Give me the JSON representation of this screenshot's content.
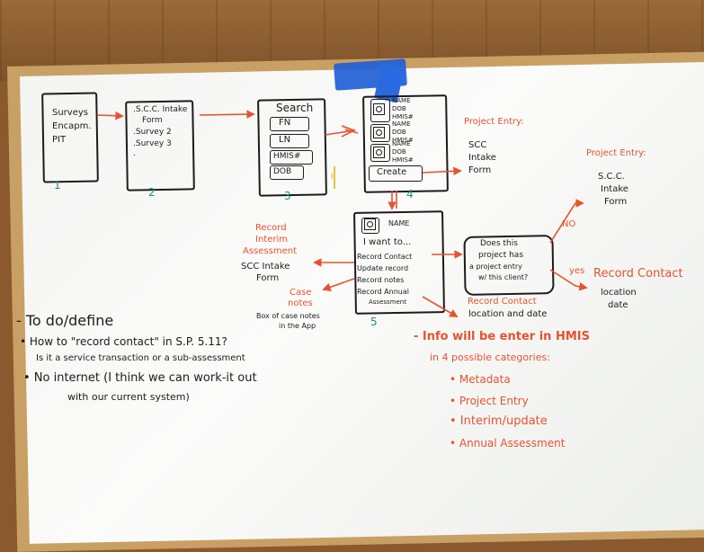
{
  "whiteboard": {
    "screen1": {
      "lines": [
        "Surveys",
        "Encapm.",
        "PIT"
      ],
      "number": "1"
    },
    "screen2": {
      "lines": [
        ".S.C.C. Intake",
        "Form",
        ".Survey 2",
        ".Survey 3",
        "."
      ],
      "number": "2"
    },
    "screen3": {
      "title": "Search",
      "fields": [
        "FN",
        "LN",
        "HMIS#",
        "DOB"
      ],
      "number": "3"
    },
    "screen4": {
      "results": [
        [
          "NAME",
          "DOB",
          "HMIS#"
        ],
        [
          "NAME",
          "DOB",
          "HMIS#"
        ],
        [
          "NAME",
          "DOB",
          "HMIS#"
        ]
      ],
      "create_label": "Create",
      "number": "4"
    },
    "yellow_note": "I",
    "project_entry_1": {
      "title": "Project Entry:",
      "lines": [
        "SCC",
        "Intake",
        "Form"
      ]
    },
    "project_entry_2": {
      "title": "Project Entry:",
      "lines": [
        "S.C.C.",
        "Intake",
        "Form"
      ]
    },
    "screen5": {
      "name": "NAME",
      "heading": "I want to...",
      "items": [
        "Record Contact",
        "Update record",
        "Record notes",
        "Record Annual",
        "Assessment"
      ],
      "number": "5"
    },
    "interim": {
      "title_lines": [
        "Record",
        "Interim",
        "Assessment"
      ],
      "lines": [
        "SCC Intake",
        "Form"
      ]
    },
    "case_notes": {
      "title_lines": [
        "Case",
        "notes"
      ],
      "lines": [
        "Box of case notes",
        "in the App"
      ]
    },
    "decision": {
      "lines": [
        "Does this",
        "project has",
        "a project entry",
        "w/ this client?"
      ],
      "no": "NO",
      "yes": "yes"
    },
    "record_contact_bottom": {
      "title": "Record Contact",
      "line": "location and date"
    },
    "record_contact_right": {
      "title": "Record Contact",
      "lines": [
        "location",
        "date"
      ]
    },
    "todo": {
      "title": "- To do/define",
      "items": [
        "• How to \"record contact\" in S.P. 5.11?",
        "Is it a service transaction or a sub-assessment",
        "• No internet (I think we can work-it out",
        "with our current system)"
      ]
    },
    "hmis_note": {
      "title_lines": [
        "- Info will be enter in HMIS",
        "in 4 possible categories:"
      ],
      "items": [
        "• Metadata",
        "• Project Entry",
        "• Interim/update",
        "• Annual Assessment"
      ]
    }
  },
  "colors": {
    "black_ink": "#1c1c1c",
    "red_ink": "#e4532f",
    "green_ink": "#1e8f7a",
    "tape": "#1f5fd6",
    "frame": "#c9a064"
  }
}
